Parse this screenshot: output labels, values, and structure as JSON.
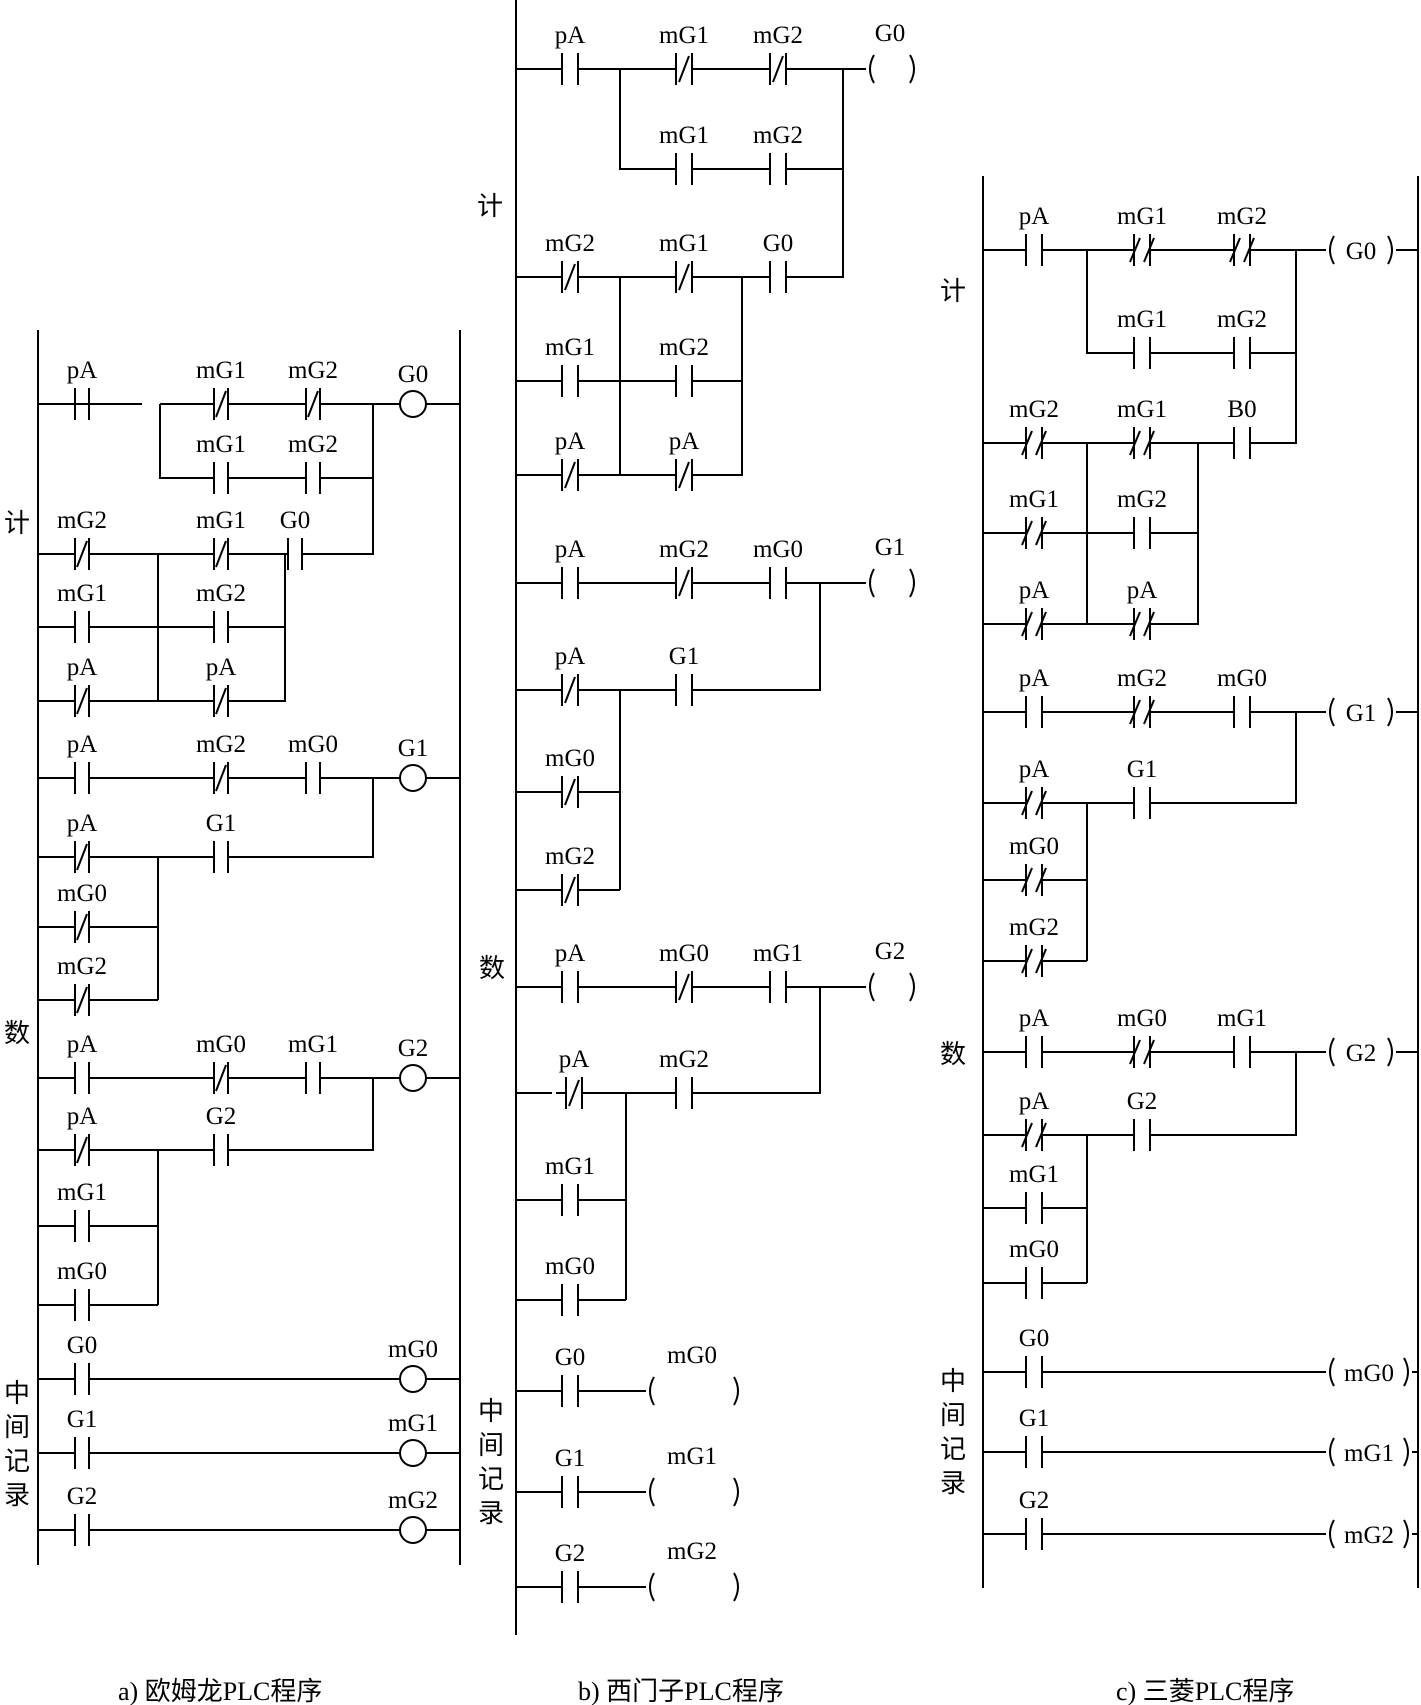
{
  "captions": {
    "a": "a) 欧姆龙PLC程序",
    "b": "b) 西门子PLC程序",
    "c": "c) 三菱PLC程序"
  },
  "side_labels": {
    "count": [
      "计",
      "数"
    ],
    "record": [
      "中",
      "间",
      "记",
      "录"
    ]
  },
  "contact_labels": {
    "pA": "pA",
    "mG0": "mG0",
    "mG1": "mG1",
    "mG2": "mG2",
    "G0": "G0",
    "G1": "G1",
    "G2": "G2",
    "B0": "B0"
  },
  "coil_labels": {
    "G0": "G0",
    "G1": "G1",
    "G2": "G2",
    "mG0": "mG0",
    "mG1": "mG1",
    "mG2": "mG2"
  },
  "diagrams": {
    "a": {
      "rungs": [
        {
          "coil": "G0",
          "series": [
            [
              "NO",
              "pA"
            ],
            [
              "NC",
              "mG1"
            ],
            [
              "NC",
              "mG2"
            ]
          ],
          "parallel_in_series_2_3": [
            [
              "NO",
              "mG1"
            ],
            [
              "NO",
              "mG2"
            ]
          ]
        },
        {
          "into": "G0",
          "series": [
            [
              "NC",
              "mG2"
            ],
            [
              "NC",
              "mG1"
            ],
            [
              "NO",
              "G0"
            ]
          ],
          "branches": [
            [
              "NO",
              "mG1"
            ],
            [
              "NO",
              "mG2"
            ],
            [
              "NC",
              "pA"
            ],
            [
              "NC",
              "pA"
            ]
          ]
        },
        {
          "coil": "G1",
          "series": [
            [
              "NO",
              "pA"
            ],
            [
              "NC",
              "mG2"
            ],
            [
              "NO",
              "mG0"
            ]
          ],
          "parallel": [
            [
              "NC",
              "pA"
            ],
            [
              "NO",
              "G1"
            ],
            [
              "NC",
              "mG0"
            ],
            [
              "NC",
              "mG2"
            ]
          ]
        },
        {
          "coil": "G2",
          "series": [
            [
              "NO",
              "pA"
            ],
            [
              "NC",
              "mG0"
            ],
            [
              "NO",
              "mG1"
            ]
          ],
          "parallel": [
            [
              "NC",
              "pA"
            ],
            [
              "NO",
              "G2"
            ],
            [
              "NO",
              "mG1"
            ],
            [
              "NO",
              "mG0"
            ]
          ]
        },
        {
          "coil": "mG0",
          "series": [
            [
              "NO",
              "G0"
            ]
          ]
        },
        {
          "coil": "mG1",
          "series": [
            [
              "NO",
              "G1"
            ]
          ]
        },
        {
          "coil": "mG2",
          "series": [
            [
              "NO",
              "G2"
            ]
          ]
        }
      ]
    },
    "b": {
      "rungs": [
        {
          "coil": "G0",
          "series": [
            [
              "NO",
              "pA"
            ],
            [
              "NC",
              "mG1"
            ],
            [
              "NC",
              "mG2"
            ]
          ],
          "parallel_in_series_2_3": [
            [
              "NO",
              "mG1"
            ],
            [
              "NO",
              "mG2"
            ]
          ]
        },
        {
          "into": "G0",
          "series": [
            [
              "NC",
              "mG2"
            ],
            [
              "NC",
              "mG1"
            ],
            [
              "NO",
              "G0"
            ]
          ],
          "branches": [
            [
              "NO",
              "mG1"
            ],
            [
              "NO",
              "mG2"
            ],
            [
              "NC",
              "pA"
            ],
            [
              "NC",
              "pA"
            ]
          ]
        },
        {
          "coil": "G1",
          "series": [
            [
              "NO",
              "pA"
            ],
            [
              "NC",
              "mG2"
            ],
            [
              "NO",
              "mG0"
            ]
          ],
          "parallel": [
            [
              "NC",
              "pA"
            ],
            [
              "NO",
              "G1"
            ],
            [
              "NC",
              "mG0"
            ],
            [
              "NC",
              "mG2"
            ]
          ]
        },
        {
          "coil": "G2",
          "series": [
            [
              "NO",
              "pA"
            ],
            [
              "NC",
              "mG0"
            ],
            [
              "NO",
              "mG1"
            ]
          ],
          "parallel": [
            [
              "NC",
              "pA"
            ],
            [
              "NO",
              "mG2"
            ],
            [
              "NO",
              "mG1"
            ],
            [
              "NO",
              "mG0"
            ]
          ]
        },
        {
          "coil": "mG0",
          "series": [
            [
              "NO",
              "G0"
            ]
          ]
        },
        {
          "coil": "mG1",
          "series": [
            [
              "NO",
              "G1"
            ]
          ]
        },
        {
          "coil": "mG2",
          "series": [
            [
              "NO",
              "G2"
            ]
          ]
        }
      ]
    },
    "c": {
      "rungs": [
        {
          "coil": "G0",
          "series": [
            [
              "NO",
              "pA"
            ],
            [
              "NC",
              "mG1"
            ],
            [
              "NC",
              "mG2"
            ]
          ],
          "parallel_in_series_2_3": [
            [
              "NO",
              "mG1"
            ],
            [
              "NO",
              "mG2"
            ]
          ]
        },
        {
          "into": "G0",
          "series": [
            [
              "NC",
              "mG2"
            ],
            [
              "NC",
              "mG1"
            ],
            [
              "NO",
              "B0"
            ]
          ],
          "branches": [
            [
              "NC",
              "mG1"
            ],
            [
              "NO",
              "mG2"
            ],
            [
              "NC",
              "pA"
            ],
            [
              "NC",
              "pA"
            ]
          ]
        },
        {
          "coil": "G1",
          "series": [
            [
              "NO",
              "pA"
            ],
            [
              "NC",
              "mG2"
            ],
            [
              "NO",
              "mG0"
            ]
          ],
          "parallel": [
            [
              "NC",
              "pA"
            ],
            [
              "NO",
              "G1"
            ],
            [
              "NC",
              "mG0"
            ],
            [
              "NC",
              "mG2"
            ]
          ]
        },
        {
          "coil": "G2",
          "series": [
            [
              "NO",
              "pA"
            ],
            [
              "NC",
              "mG0"
            ],
            [
              "NO",
              "mG1"
            ]
          ],
          "parallel": [
            [
              "NC",
              "pA"
            ],
            [
              "NO",
              "G2"
            ],
            [
              "NO",
              "mG1"
            ],
            [
              "NO",
              "mG0"
            ]
          ]
        },
        {
          "coil": "mG0",
          "series": [
            [
              "NO",
              "G0"
            ]
          ]
        },
        {
          "coil": "mG1",
          "series": [
            [
              "NO",
              "G1"
            ]
          ]
        },
        {
          "coil": "mG2",
          "series": [
            [
              "NO",
              "G2"
            ]
          ]
        }
      ]
    }
  }
}
